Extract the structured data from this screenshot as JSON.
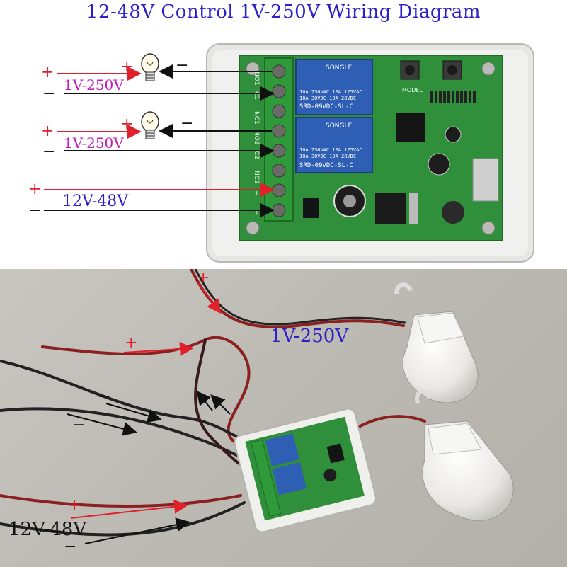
{
  "title": "12-48V Control 1V-250V Wiring Diagram",
  "diagram": {
    "load1_voltage": "1V-250V",
    "load2_voltage": "1V-250V",
    "supply_voltage": "12V-48V",
    "plus": "+",
    "minus": "−",
    "relay_brand": "SONGLE",
    "relay_rating_1": "10A 250VAC  10A 125VAC",
    "relay_rating_2": "10A 30VDC  10A 28VDC",
    "relay_model": "SRD-09VDC-SL-C",
    "terminal_labels": [
      "NO1",
      "C1",
      "NC1",
      "NO2",
      "C2",
      "NC2",
      "+",
      "−"
    ],
    "board_label": "MODEL"
  },
  "photo": {
    "load_voltage": "1V-250V",
    "supply_voltage": "12V-48V",
    "plus": "+",
    "minus": "−"
  },
  "colors": {
    "title": "#2b20c8",
    "load_label": "#c01fb8",
    "supply_label": "#2b20c8",
    "positive_wire": "#e0202a",
    "negative_wire": "#111111",
    "pcb": "#2f8f3a",
    "relay": "#2f5fb5",
    "terminal": "#2e9a3a"
  }
}
